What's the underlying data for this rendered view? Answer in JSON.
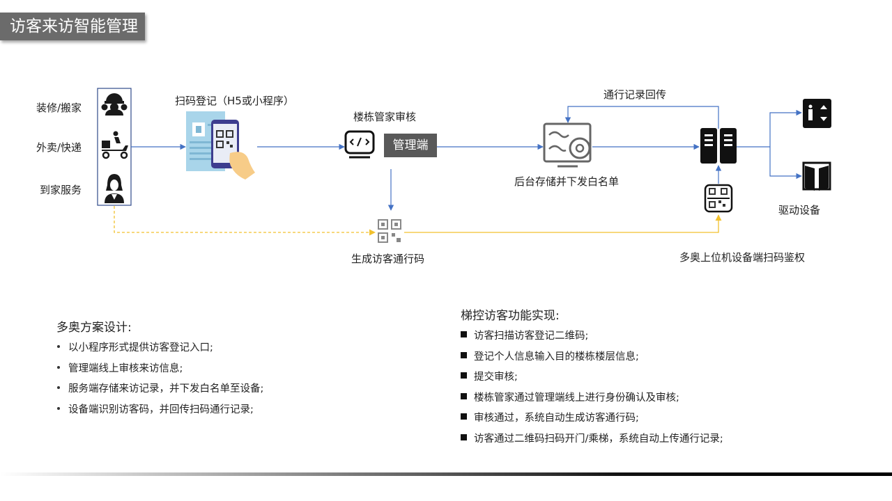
{
  "title": "访客来访智能管理",
  "diagram": {
    "visitor_types": [
      "装修/搬家",
      "外卖/快递",
      "到家服务"
    ],
    "scan_register": "扫码登记（H5或小程序）",
    "manager_review": "楼栋管家审核",
    "admin_label": "管理端",
    "backend": "后台存储并下发白名单",
    "record_return": "通行记录回传",
    "generate_code": "生成访客通行码",
    "device_auth": "多奥上位机设备端扫码鉴权",
    "drive_device": "驱动设备"
  },
  "design": {
    "heading": "多奥方案设计:",
    "items": [
      "以小程序形式提供访客登记入口;",
      "管理端线上审核来访信息;",
      "服务端存储来访记录，并下发白名单至设备;",
      "设备端识别访客码，并回传扫码通行记录;"
    ]
  },
  "implementation": {
    "heading": "梯控访客功能实现:",
    "items": [
      "访客扫描访客登记二维码;",
      "登记个人信息输入目的楼栋楼层信息;",
      "提交审核;",
      "楼栋管家通过管理端线上进行身份确认及审核;",
      "审核通过，系统自动生成访客通行码;",
      "访客通过二维码扫码开门/乘梯，系统自动上传通行记录;"
    ]
  },
  "colors": {
    "arrow_blue": "#4472c4",
    "dashed_yellow": "#f2c12e",
    "dark": "#1a1a1a",
    "gray_box": "#595959"
  }
}
